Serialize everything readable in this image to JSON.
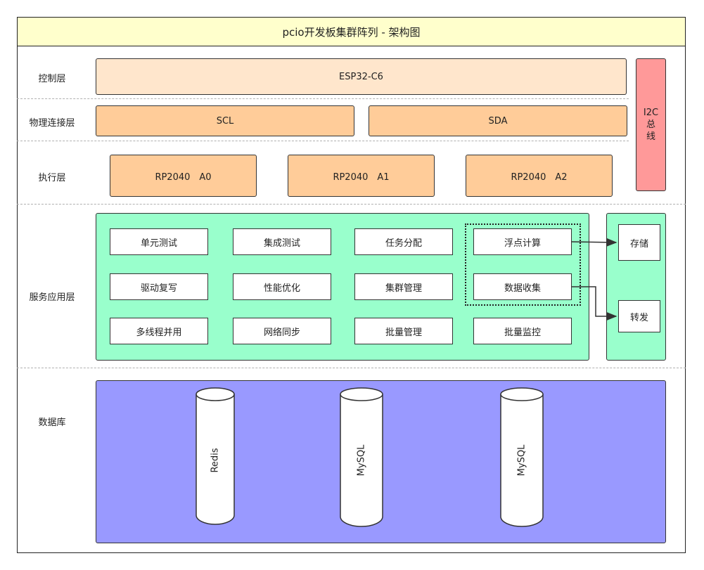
{
  "title": "pcio开发板集群阵列 - 架构图",
  "layers": {
    "control": "控制层",
    "physical": "物理连接层",
    "execution": "执行层",
    "service": "服务应用层",
    "database": "数据库"
  },
  "control_box": "ESP32-C6",
  "bus": {
    "line1": "I2C",
    "line2": "总",
    "line3": "线"
  },
  "physical_boxes": [
    "SCL",
    "SDA"
  ],
  "execution_boxes": [
    "RP2040　A0",
    "RP2040　A1",
    "RP2040　A2"
  ],
  "services": [
    [
      "单元测试",
      "集成测试",
      "任务分配",
      "浮点计算"
    ],
    [
      "驱动复写",
      "性能优化",
      "集群管理",
      "数据收集"
    ],
    [
      "多线程并用",
      "网络同步",
      "批量管理",
      "批量监控"
    ]
  ],
  "outputs": [
    "存储",
    "转发"
  ],
  "databases": [
    "Redis",
    "MySQL",
    "MySQL"
  ],
  "colors": {
    "title_bg": "#ffffcc",
    "control_bg": "#ffe6cc",
    "node_bg": "#ffcc99",
    "bus_bg": "#ff9999",
    "service_bg": "#99ffcc",
    "database_bg": "#9999ff"
  }
}
